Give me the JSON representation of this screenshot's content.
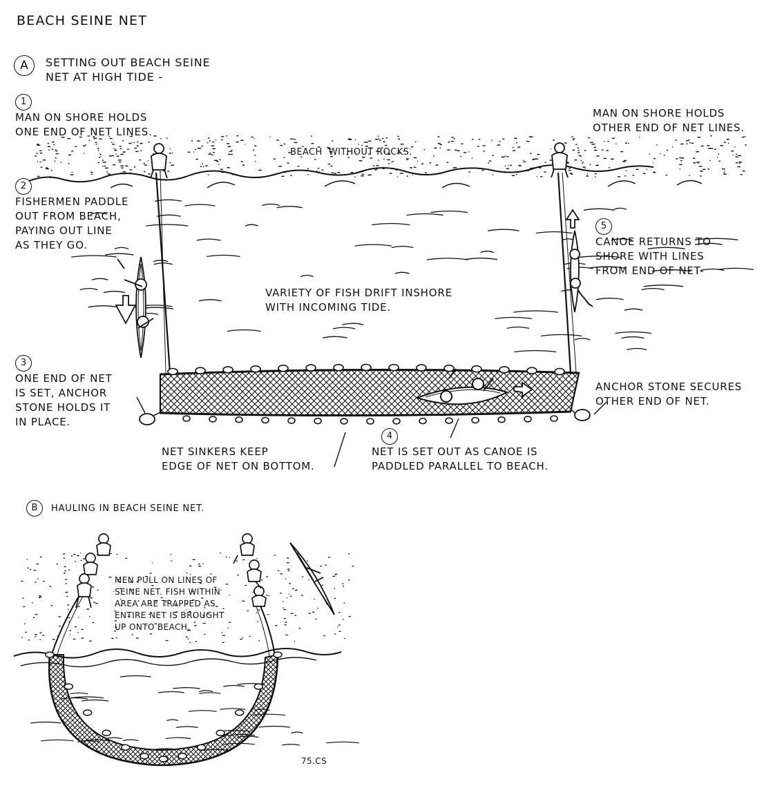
{
  "title": "BEACH SEINE NET",
  "section_a": {
    "marker": "A",
    "heading": "SETTING OUT BEACH SEINE\nNET AT HIGH TIDE -"
  },
  "steps": [
    {
      "marker": "1",
      "text": "MAN ON SHORE HOLDS\nONE END OF NET LINES."
    },
    {
      "marker": "2",
      "text": "FISHERMEN PADDLE\nOUT FROM BEACH,\nPAYING OUT LINE\nAS THEY GO."
    },
    {
      "marker": "3",
      "text": "ONE END OF NET\nIS SET, ANCHOR\nSTONE HOLDS IT\nIN PLACE."
    },
    {
      "marker": "4",
      "text": "NET IS SET OUT AS CANOE IS\nPADDLED PARALLEL TO BEACH."
    },
    {
      "marker": "5",
      "text": "CANOE RETURNS TO\nSHORE WITH LINES\nFROM END OF NET-"
    }
  ],
  "labels": {
    "other_end_holder": "MAN ON SHORE HOLDS\nOTHER END OF NET LINES.",
    "beach": "BEACH  WITHOUT ROCKS.",
    "fish": "VARIETY OF FISH DRIFT INSHORE\nWITH INCOMING TIDE.",
    "anchor_other": "ANCHOR STONE SECURES\nOTHER END OF NET.",
    "sinkers": "NET SINKERS KEEP\nEDGE OF NET ON BOTTOM."
  },
  "section_b": {
    "marker": "B",
    "heading": "HAULING IN BEACH SEINE NET.",
    "caption": "MEN PULL ON LINES OF\nSEINE NET. FISH WITHIN\nAREA ARE TRAPPED AS\nENTIRE NET IS BROUGHT\nUP ONTO BEACH."
  },
  "signature": "75.CS"
}
